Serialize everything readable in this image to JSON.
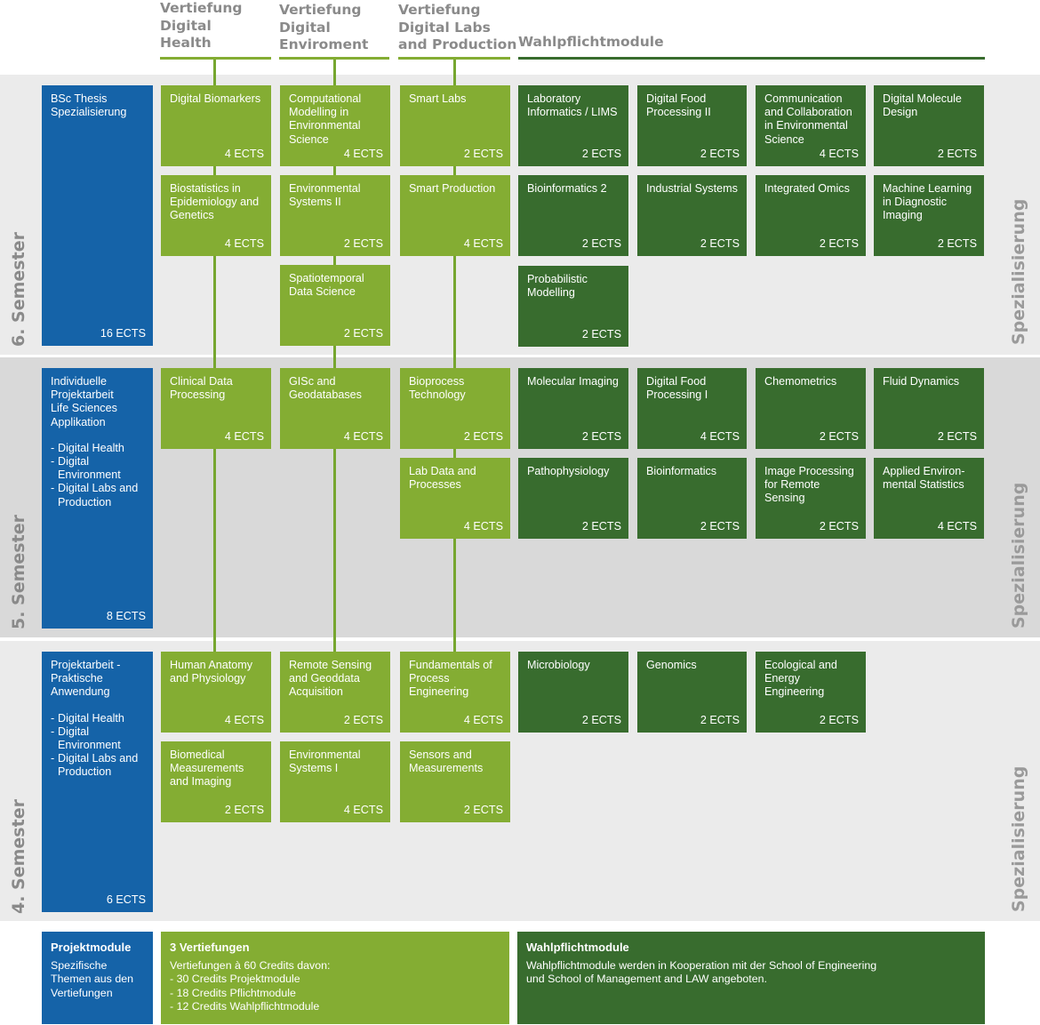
{
  "colors": {
    "blue": "#1563a8",
    "light_green": "#84ad33",
    "dark_green": "#386c2e",
    "band_light": "#ebebeb",
    "band_mid": "#d9d9d9",
    "header_gray": "#8a8a8a"
  },
  "header": {
    "col1": "Vertiefung\nDigital\nHealth",
    "col2": "Vertiefung\nDigital\nEnviroment",
    "col3": "Vertiefung\nDigital Labs\nand Production",
    "col4": "Wahlpflichtmodule"
  },
  "semesters": {
    "s6": {
      "label": "6. Semester",
      "spez": "Spezialisierung",
      "project": {
        "title": "BSc Thesis\nSpezialisierung",
        "ects": "16 ECTS"
      },
      "col1": [
        {
          "name": "Digital Biomarkers",
          "ects": "4 ECTS"
        },
        {
          "name": "Biostatistics in\nEpidemiology and\nGenetics",
          "ects": "4 ECTS"
        }
      ],
      "col2": [
        {
          "name": "Computational\nModelling in\nEnvironmental\nScience",
          "ects": "4 ECTS"
        },
        {
          "name": "Environmental\nSystems II",
          "ects": "2 ECTS"
        },
        {
          "name": "Spatiotemporal\nData Science",
          "ects": "2 ECTS"
        }
      ],
      "col3": [
        {
          "name": "Smart Labs",
          "ects": "2 ECTS"
        },
        {
          "name": "Smart Production",
          "ects": "4 ECTS"
        }
      ],
      "electives": [
        {
          "name": "Laboratory\nInformatics / LIMS",
          "ects": "2 ECTS"
        },
        {
          "name": "Digital Food\nProcessing II",
          "ects": "2 ECTS"
        },
        {
          "name": "Communication\nand Collaboration\nin Environmental\nScience",
          "ects": "4 ECTS"
        },
        {
          "name": "Digital Molecule\nDesign",
          "ects": "2 ECTS"
        },
        {
          "name": "Bioinformatics 2",
          "ects": "2 ECTS"
        },
        {
          "name": "Industrial Systems",
          "ects": "2 ECTS"
        },
        {
          "name": "Integrated Omics",
          "ects": "2 ECTS"
        },
        {
          "name": "Machine Learning\nin Diagnostic\nImaging",
          "ects": "2 ECTS"
        },
        {
          "name": "Probabilistic\nModelling",
          "ects": "2 ECTS"
        }
      ]
    },
    "s5": {
      "label": "5. Semester",
      "spez": "Spezialisierung",
      "project": {
        "title": "Individuelle\nProjektarbeit\nLife Sciences\nApplikation",
        "items": [
          "Digital Health",
          "Digital\nEnvironment",
          "Digital Labs and\nProduction"
        ],
        "ects": "8 ECTS"
      },
      "col1": [
        {
          "name": "Clinical Data\nProcessing",
          "ects": "4 ECTS"
        }
      ],
      "col2": [
        {
          "name": "GISc and\nGeodatabases",
          "ects": "4 ECTS"
        }
      ],
      "col3": [
        {
          "name": "Bioprocess\nTechnology",
          "ects": "2 ECTS"
        },
        {
          "name": "Lab Data and\nProcesses",
          "ects": "4 ECTS"
        }
      ],
      "electives": [
        {
          "name": "Molecular Imaging",
          "ects": "2 ECTS"
        },
        {
          "name": "Digital Food\nProcessing I",
          "ects": "4 ECTS"
        },
        {
          "name": "Chemometrics",
          "ects": "2 ECTS"
        },
        {
          "name": "Fluid Dynamics",
          "ects": "2 ECTS"
        },
        {
          "name": "Pathophysiology",
          "ects": "2 ECTS"
        },
        {
          "name": "Bioinformatics",
          "ects": "2 ECTS"
        },
        {
          "name": "Image Processing\nfor Remote\nSensing",
          "ects": "2 ECTS"
        },
        {
          "name": "Applied Environ-\nmental Statistics",
          "ects": "4 ECTS"
        }
      ]
    },
    "s4": {
      "label": "4. Semester",
      "spez": "Spezialisierung",
      "project": {
        "title": "Projektarbeit -\nPraktische\nAnwendung",
        "items": [
          "Digital Health",
          "Digital\nEnvironment",
          "Digital Labs and\nProduction"
        ],
        "ects": "6 ECTS"
      },
      "col1": [
        {
          "name": "Human Anatomy\nand Physiology",
          "ects": "4 ECTS"
        },
        {
          "name": "Biomedical\nMeasurements\nand Imaging",
          "ects": "2 ECTS"
        }
      ],
      "col2": [
        {
          "name": "Remote Sensing\nand Geoddata\nAcquisition",
          "ects": "2 ECTS"
        },
        {
          "name": "Environmental\nSystems I",
          "ects": "4 ECTS"
        }
      ],
      "col3": [
        {
          "name": "Fundamentals of\nProcess\nEngineering",
          "ects": "4 ECTS"
        },
        {
          "name": "Sensors and\nMeasurements",
          "ects": "2 ECTS"
        }
      ],
      "electives": [
        {
          "name": "Microbiology",
          "ects": "2 ECTS"
        },
        {
          "name": "Genomics",
          "ects": "2 ECTS"
        },
        {
          "name": "Ecological and\nEnergy\nEngineering",
          "ects": "2 ECTS"
        }
      ]
    }
  },
  "legend": {
    "projekt": {
      "title": "Projektmodule",
      "body": "Spezifische\nThemen aus den\nVertiefungen"
    },
    "vertiefungen": {
      "title": "3 Vertiefungen",
      "body": "Vertiefungen à 60 Credits davon:",
      "items": [
        "- 30 Credits Projektmodule",
        "- 18 Credits Pflichtmodule",
        "- 12 Credits Wahlpflichtmodule"
      ]
    },
    "wahl": {
      "title": "Wahlpflichtmodule",
      "body": "Wahlpflichtmodule werden in Kooperation mit der School of Engineering\nund School of Management and LAW angeboten."
    }
  }
}
